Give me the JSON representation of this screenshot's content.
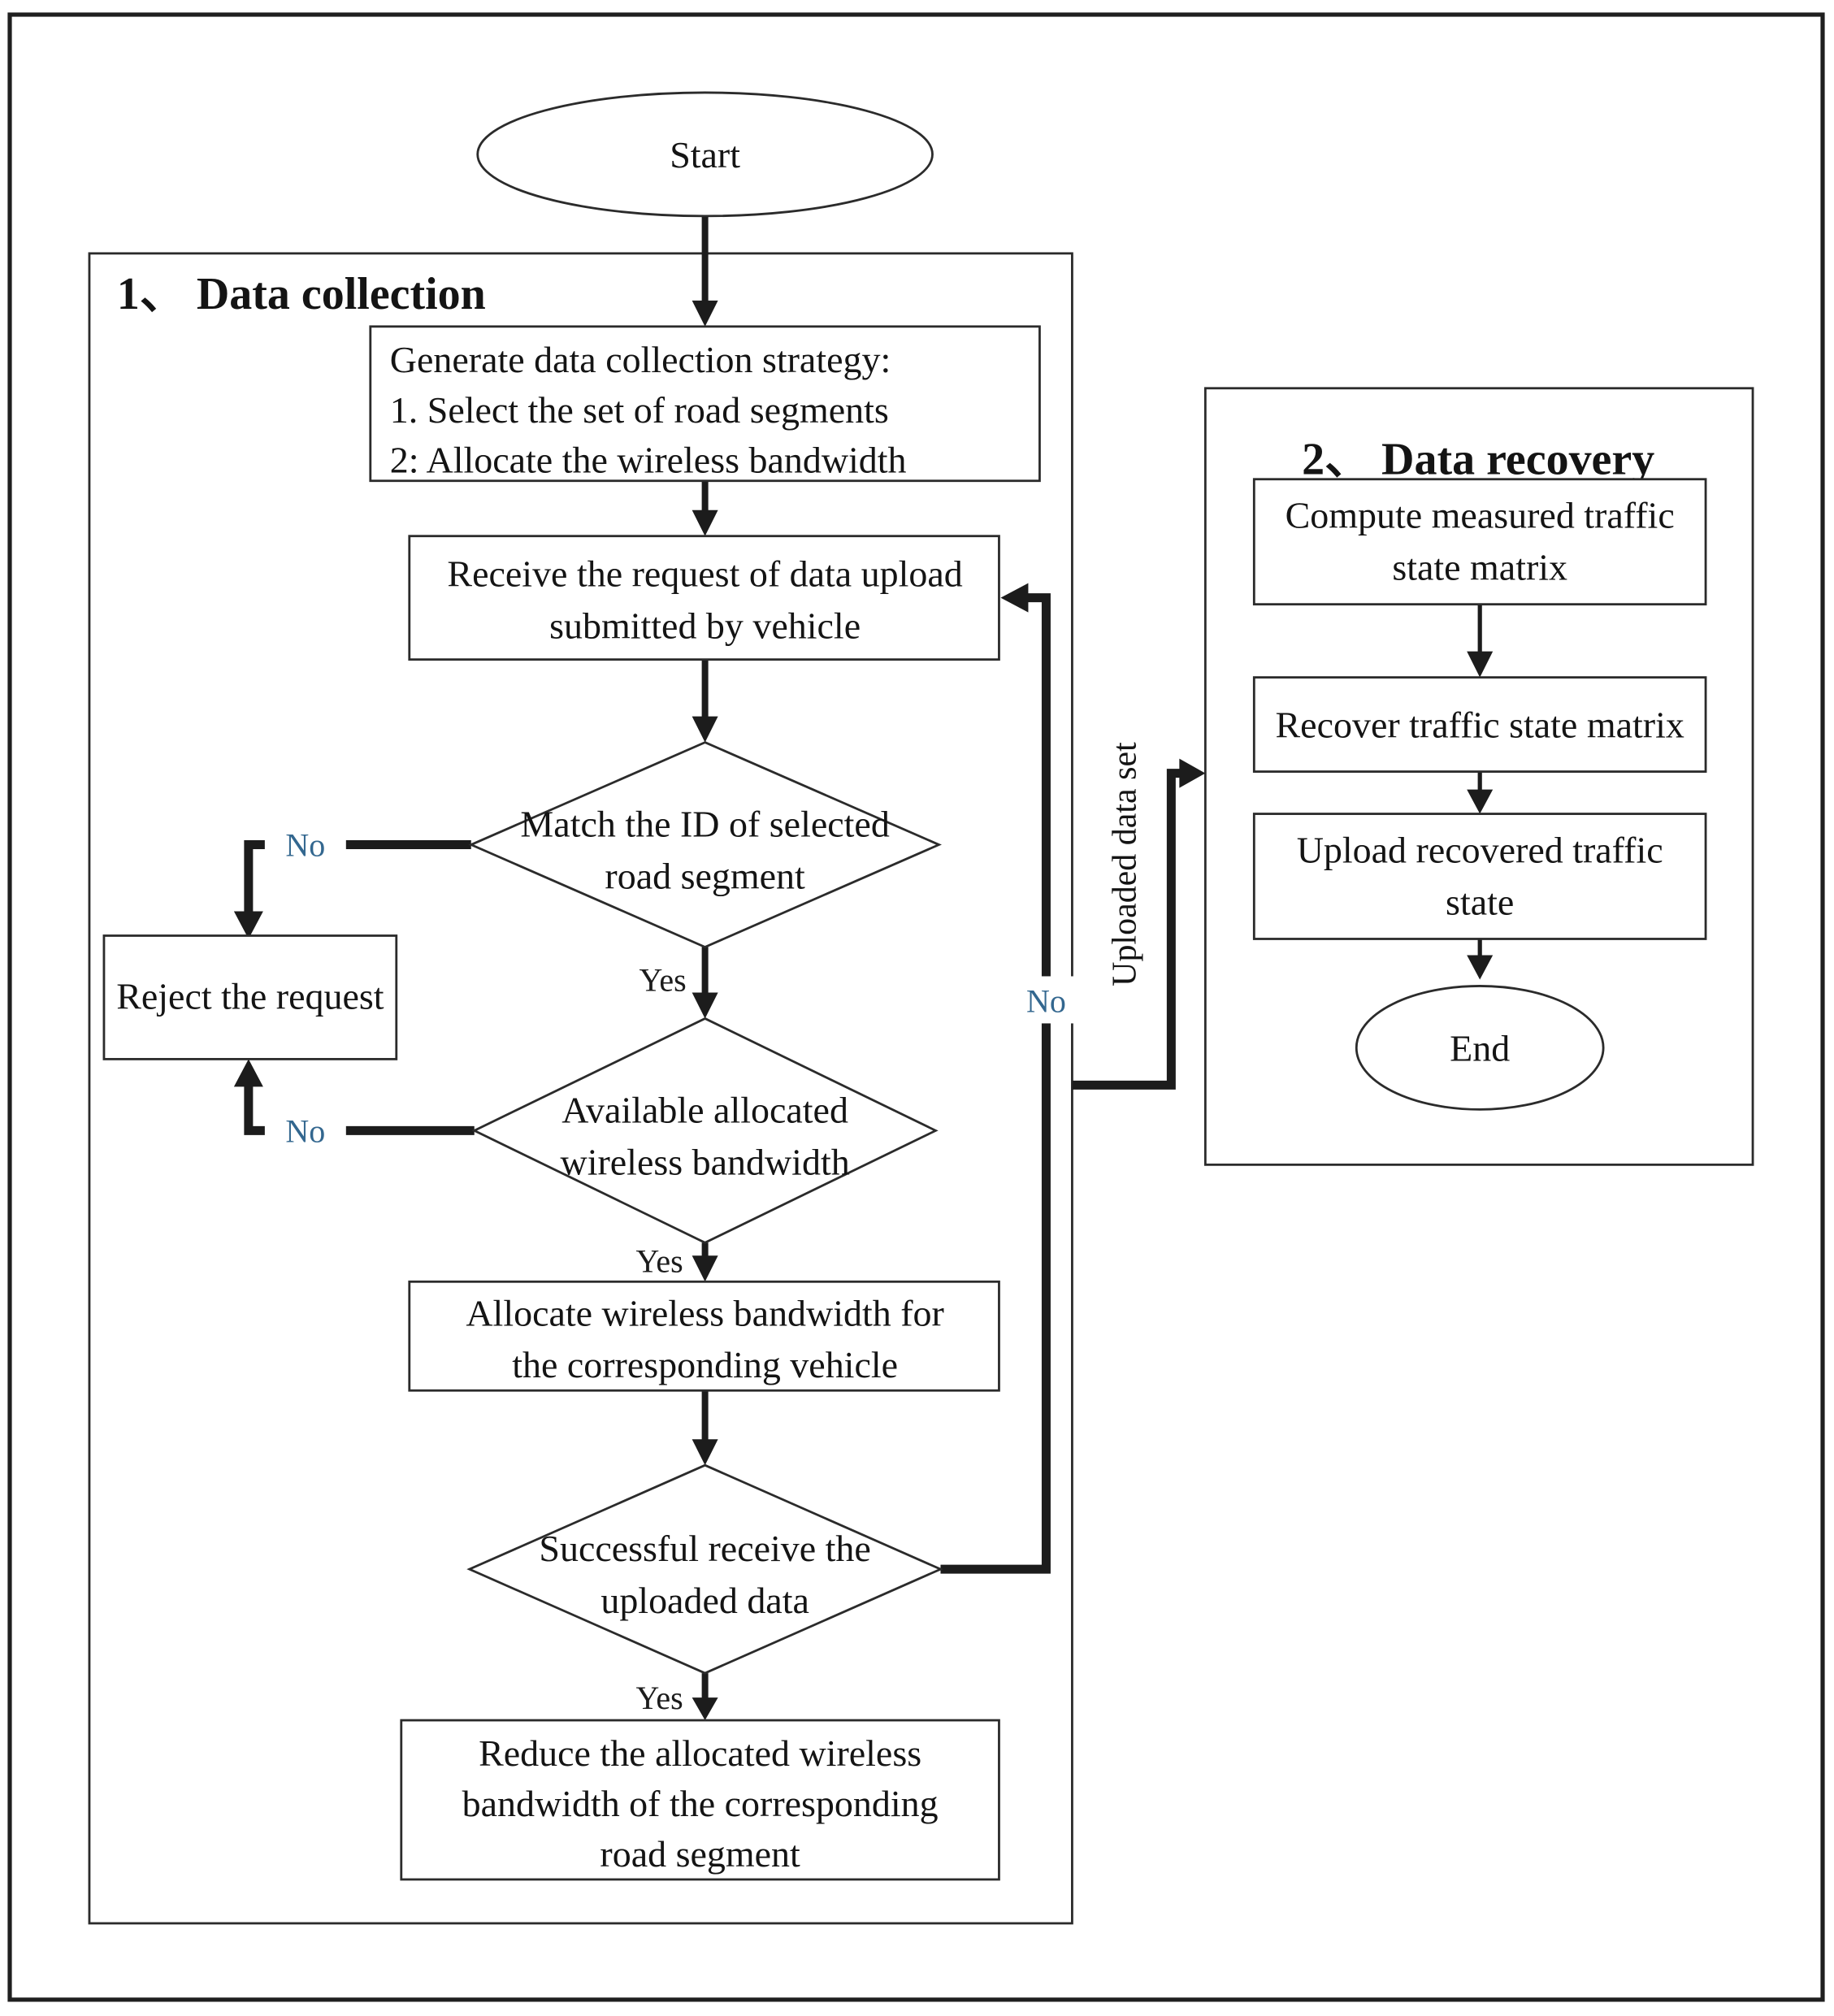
{
  "sections": {
    "collection_title": "1、 Data collection",
    "recovery_title": "2、 Data recovery"
  },
  "nodes": {
    "start": {
      "label": "Start"
    },
    "generate": {
      "lines": [
        "Generate data collection strategy:",
        "1. Select the set of road segments",
        "2: Allocate the wireless bandwidth"
      ]
    },
    "receive": {
      "lines": [
        "Receive the request of data upload",
        "submitted by vehicle"
      ]
    },
    "match": {
      "lines": [
        "Match the ID of selected",
        "road segment"
      ]
    },
    "reject": {
      "label": "Reject the request"
    },
    "available": {
      "lines": [
        "Available allocated",
        "wireless bandwidth"
      ]
    },
    "allocate": {
      "lines": [
        "Allocate wireless bandwidth for",
        "the corresponding vehicle"
      ]
    },
    "successful": {
      "lines": [
        "Successful receive the",
        "uploaded data"
      ]
    },
    "reduce": {
      "lines": [
        "Reduce the allocated wireless",
        "bandwidth of the corresponding",
        "road segment"
      ]
    },
    "compute": {
      "lines": [
        "Compute measured traffic",
        "state matrix"
      ]
    },
    "recover": {
      "label": "Recover traffic state matrix"
    },
    "upload": {
      "lines": [
        "Upload recovered traffic",
        "state"
      ]
    },
    "end": {
      "label": "End"
    }
  },
  "edges": {
    "yes1": "Yes",
    "yes2": "Yes",
    "yes3": "Yes",
    "no1": "No",
    "no2": "No",
    "no3": "No",
    "uploaded_data_set": "Uploaded data set"
  },
  "colors": {
    "line": "#1c1c1c",
    "no_label": "#33678f",
    "text": "#141414",
    "background": "#ffffff"
  }
}
